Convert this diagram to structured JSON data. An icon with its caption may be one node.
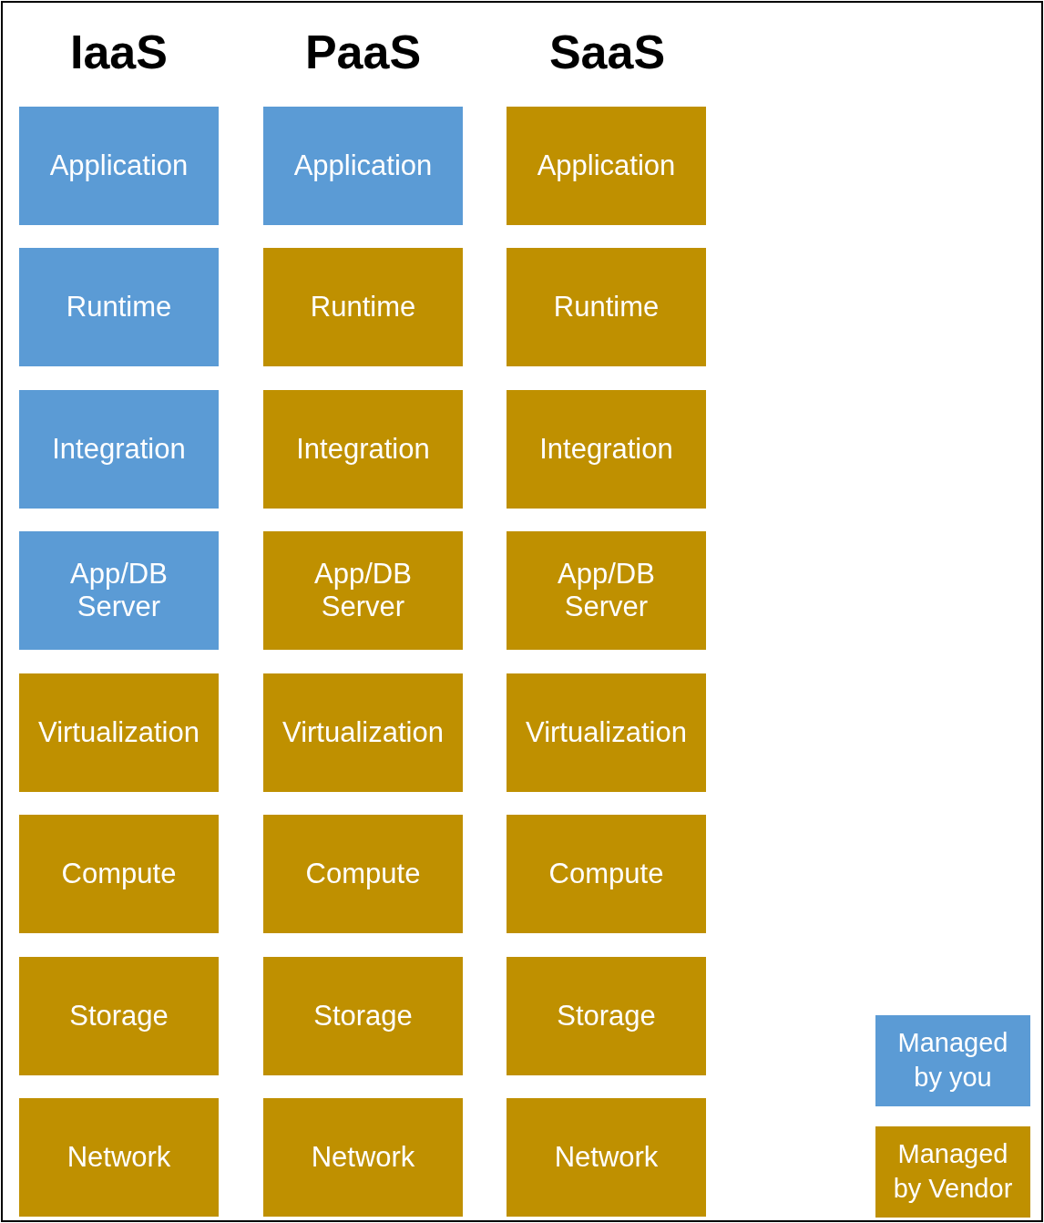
{
  "diagram": {
    "nodes": [
      {
        "text": [
          "Application"
        ]
      },
      {
        "text": [
          "Application"
        ]
      },
      {
        "text": [
          "Application"
        ]
      },
      {
        "text": [
          "Runtime"
        ]
      },
      {
        "text": [
          "Runtime"
        ]
      },
      {
        "text": [
          "Runtime"
        ]
      },
      {
        "text": [
          "Integration"
        ]
      },
      {
        "text": [
          "Integration"
        ]
      },
      {
        "text": [
          "Integration"
        ]
      },
      {
        "text": [
          "App/DB Server"
        ]
      },
      {
        "text": [
          "App/DB Server"
        ]
      },
      {
        "text": [
          "App/DB Server"
        ]
      },
      {
        "text": [
          "Virtualization"
        ]
      },
      {
        "text": [
          "Virtualization"
        ]
      },
      {
        "text": [
          "Virtualization"
        ]
      },
      {
        "text": [
          "Compute"
        ]
      },
      {
        "text": [
          "Compute"
        ]
      },
      {
        "text": [
          "Compute"
        ]
      },
      {
        "text": [
          "Storage"
        ]
      },
      {
        "text": [
          "Storage"
        ]
      },
      {
        "text": [
          "Storage"
        ]
      },
      {
        "text": [
          "Network"
        ]
      },
      {
        "text": [
          "Network"
        ]
      },
      {
        "text": [
          "Network"
        ]
      }
    ],
    "labels": [
      "IaaS",
      "PaaS",
      "SaaS"
    ],
    "legend": [
      {
        "text": "Managed by you",
        "color": "#5b9bd5"
      },
      {
        "text": "Managed by Vendor",
        "color": "#bf9000"
      }
    ]
  }
}
